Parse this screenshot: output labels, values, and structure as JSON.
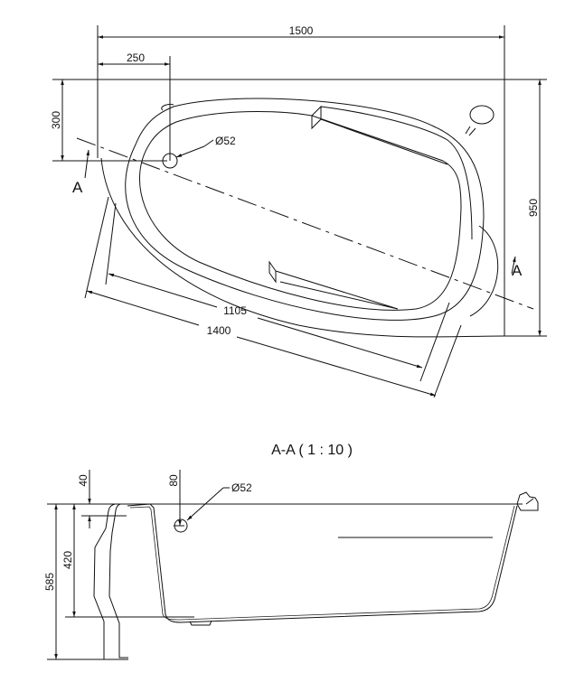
{
  "plan_view": {
    "dim_overall_width": "1500",
    "dim_drain_offset_x": "250",
    "dim_drain_offset_y": "300",
    "dim_overall_depth": "950",
    "dim_inner_length": "1105",
    "dim_outer_length": "1400",
    "drain_diameter": "Ø52",
    "section_mark_left": "A",
    "section_mark_right": "A"
  },
  "section_view": {
    "title": "A-A  ( 1 : 10 )",
    "dim_rim": "40",
    "dim_overflow": "80",
    "overflow_diameter": "Ø52",
    "dim_inner_depth": "420",
    "dim_total_height": "585"
  }
}
